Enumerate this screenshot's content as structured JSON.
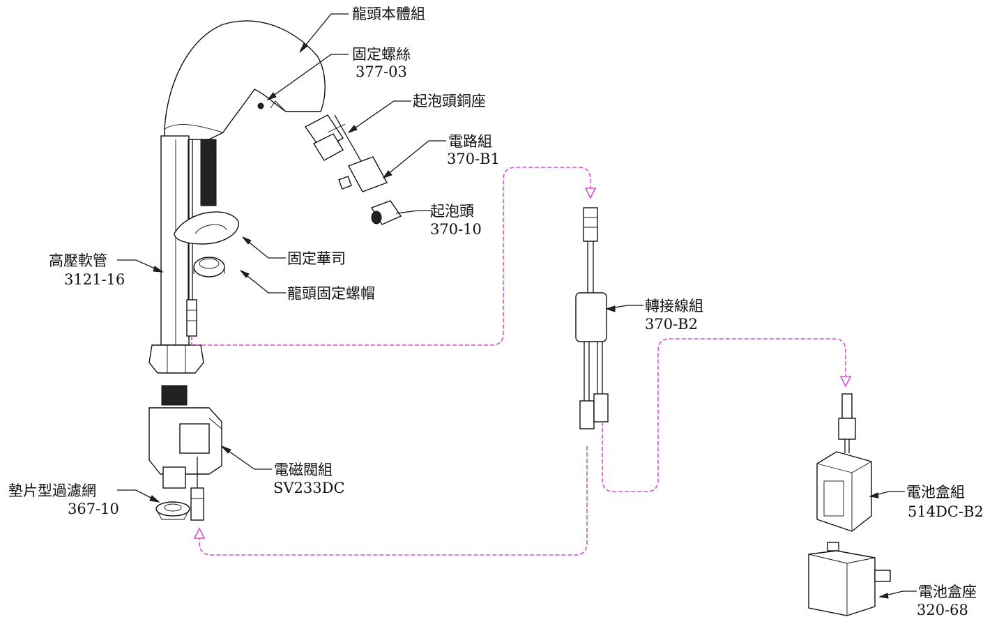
{
  "colors": {
    "line": "#111111",
    "wire": "#d74fd2",
    "background": "#ffffff"
  },
  "labels": {
    "faucet_body": {
      "name": "龍頭本體組"
    },
    "fixing_screw": {
      "name": "固定螺絲",
      "code": "377-03"
    },
    "aerator_seat": {
      "name": "起泡頭銅座"
    },
    "circuit": {
      "name": "電路組",
      "code": "370-B1"
    },
    "aerator": {
      "name": "起泡頭",
      "code": "370-10"
    },
    "hose": {
      "name": "高壓軟管",
      "code": "3121-16"
    },
    "washer": {
      "name": "固定華司"
    },
    "nut": {
      "name": "龍頭固定螺帽"
    },
    "adapter": {
      "name": "轉接線組",
      "code": "370-B2"
    },
    "valve": {
      "name": "電磁閥組",
      "code": "SV233DC"
    },
    "filter": {
      "name": "墊片型過濾網",
      "code": "367-10"
    },
    "battery_box": {
      "name": "電池盒組",
      "code": "514DC-B2"
    },
    "battery_seat": {
      "name": "電池盒座",
      "code": "320-68"
    }
  }
}
